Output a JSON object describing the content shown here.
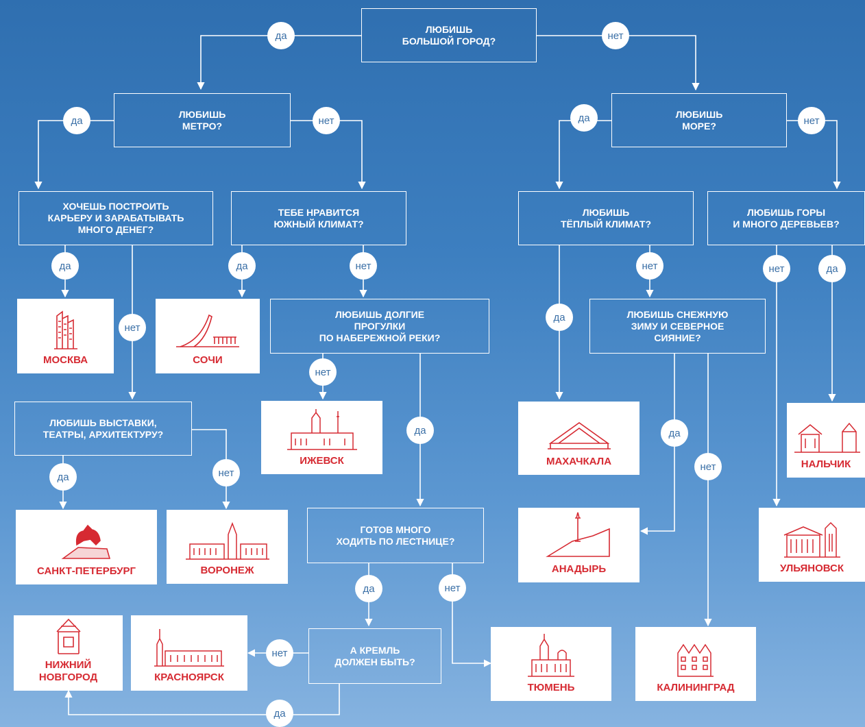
{
  "colors": {
    "background": "#3d7fc0",
    "line": "#ffffff",
    "city_text": "#d62a32",
    "badge_text": "#3a6fa6"
  },
  "answers": {
    "yes": "да",
    "no": "нет"
  },
  "questions": {
    "big_city": "ЛЮБИШЬ\nБОЛЬШОЙ ГОРОД?",
    "metro": "ЛЮБИШЬ\nМЕТРО?",
    "sea": "ЛЮБИШЬ\nМОРЕ?",
    "career": "ХОЧЕШЬ ПОСТРОИТЬ\nКАРЬЕРУ И ЗАРАБАТЫВАТЬ\nМНОГО ДЕНЕГ?",
    "south_climate": "ТЕБЕ НРАВИТСЯ\nЮЖНЫЙ КЛИМАТ?",
    "warm_climate": "ЛЮБИШЬ\nТЁПЛЫЙ КЛИМАТ?",
    "mountains": "ЛЮБИШЬ ГОРЫ\nИ МНОГО ДЕРЕВЬЕВ?",
    "embankment": "ЛЮБИШЬ ДОЛГИЕ\nПРОГУЛКИ\nПО НАБЕРЕЖНОЙ РЕКИ?",
    "snow": "ЛЮБИШЬ СНЕЖНУЮ\nЗИМУ И СЕВЕРНОЕ\nСИЯНИЕ?",
    "exhibitions": "ЛЮБИШЬ ВЫСТАВКИ,\nТЕАТРЫ, АРХИТЕКТУРУ?",
    "stairs": "ГОТОВ МНОГО\nХОДИТЬ ПО ЛЕСТНИЦЕ?",
    "kremlin": "А КРЕМЛЬ\nДОЛЖЕН БЫТЬ?"
  },
  "cities": {
    "moscow": "МОСКВА",
    "sochi": "СОЧИ",
    "izhevsk": "ИЖЕВСК",
    "makhachkala": "МАХАЧКАЛА",
    "nalchik": "НАЛЬЧИК",
    "spb": "САНКТ-ПЕТЕРБУРГ",
    "voronezh": "ВОРОНЕЖ",
    "anadyr": "АНАДЫРЬ",
    "ulyanovsk": "УЛЬЯНОВСК",
    "nizhny": "НИЖНИЙ\nНОВГОРОД",
    "krasnoyarsk": "КРАСНОЯРСК",
    "tyumen": "ТЮМЕНЬ",
    "kaliningrad": "КАЛИНИНГРАД"
  },
  "icons": {
    "moscow": "skyscraper-icon",
    "sochi": "olympic-torch-icon",
    "izhevsk": "cathedral-icon",
    "makhachkala": "pyramid-roof-icon",
    "nalchik": "gazebo-icon",
    "spb": "bronze-horseman-icon",
    "voronezh": "station-icon",
    "anadyr": "monument-hill-icon",
    "ulyanovsk": "mansion-icon",
    "nizhny": "kremlin-tower-icon",
    "krasnoyarsk": "spire-building-icon",
    "tyumen": "church-icon",
    "kaliningrad": "gabled-houses-icon"
  }
}
